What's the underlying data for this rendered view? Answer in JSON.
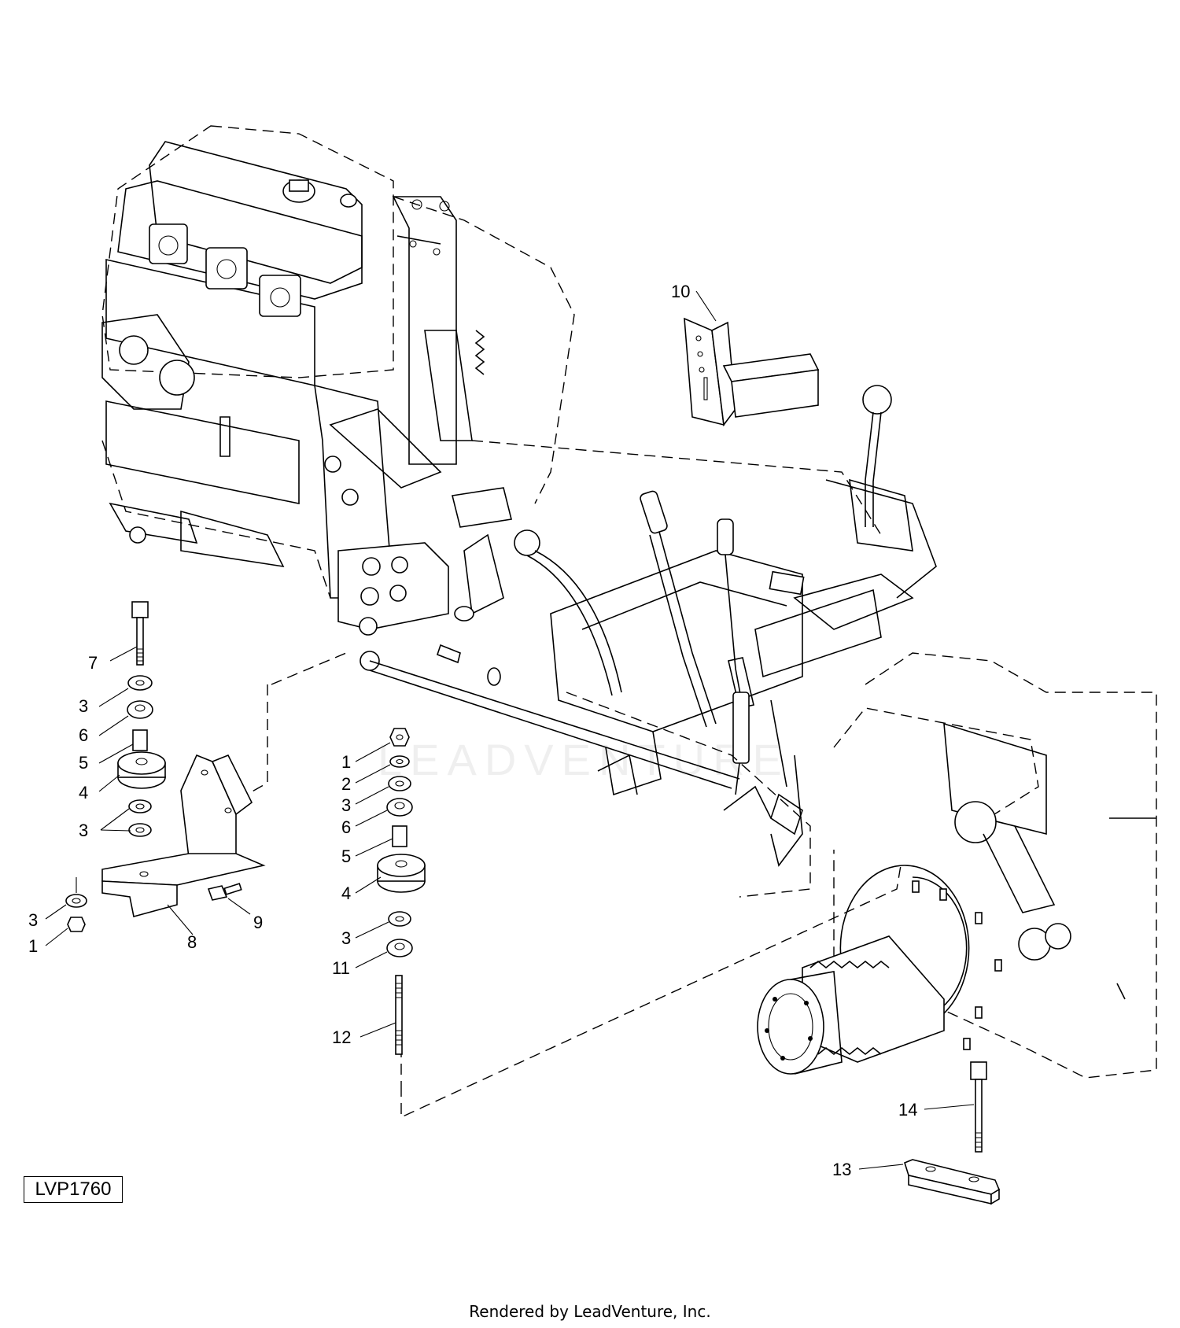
{
  "watermark": "LEADVENTURE",
  "figure_code": "LVP1760",
  "footer": "Rendered by LeadVenture, Inc.",
  "callouts": {
    "c10": "10",
    "c7": "7",
    "c3a": "3",
    "c6a": "6",
    "c5a": "5",
    "c4a": "4",
    "c3b": "3",
    "c3c": "3",
    "c1a": "1",
    "c8": "8",
    "c9": "9",
    "c1b": "1",
    "c2": "2",
    "c3d": "3",
    "c6b": "6",
    "c5b": "5",
    "c4b": "4",
    "c3e": "3",
    "c11": "11",
    "c12": "12",
    "c14": "14",
    "c13": "13"
  },
  "icons": {
    "engine": "engine-block-icon",
    "transmission": "transmission-housing-icon"
  }
}
